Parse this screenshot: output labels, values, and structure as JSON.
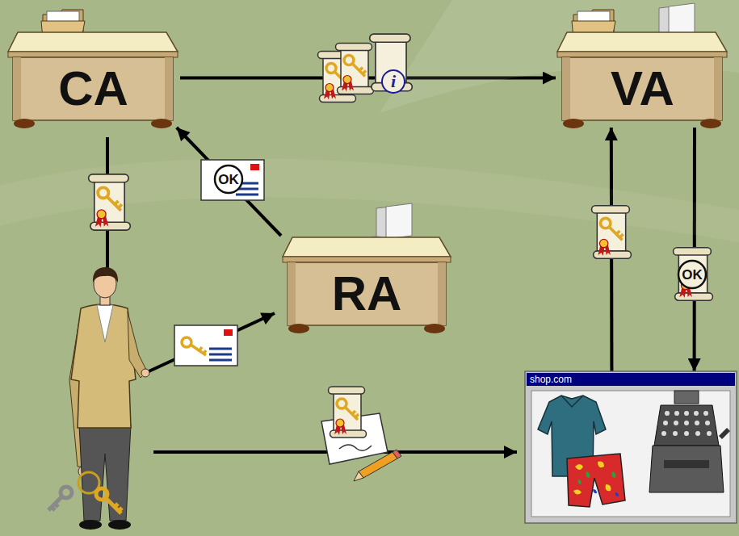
{
  "diagram": {
    "nodes": [
      {
        "text": [
          "CA"
        ]
      },
      {
        "text": [
          "VA"
        ]
      },
      {
        "text": [
          "RA"
        ]
      },
      {
        "text": [
          "shop.com"
        ]
      }
    ],
    "edges": [
      {
        "from": 0,
        "to": 1,
        "arrow": "to"
      },
      {
        "from": 2,
        "to": 0,
        "arrow": "to"
      },
      {
        "from": 3,
        "to": 1,
        "arrow": "to"
      },
      {
        "from": 1,
        "to": 3,
        "arrow": "to"
      }
    ],
    "labels": [
      "i",
      "OK",
      "OK"
    ]
  }
}
